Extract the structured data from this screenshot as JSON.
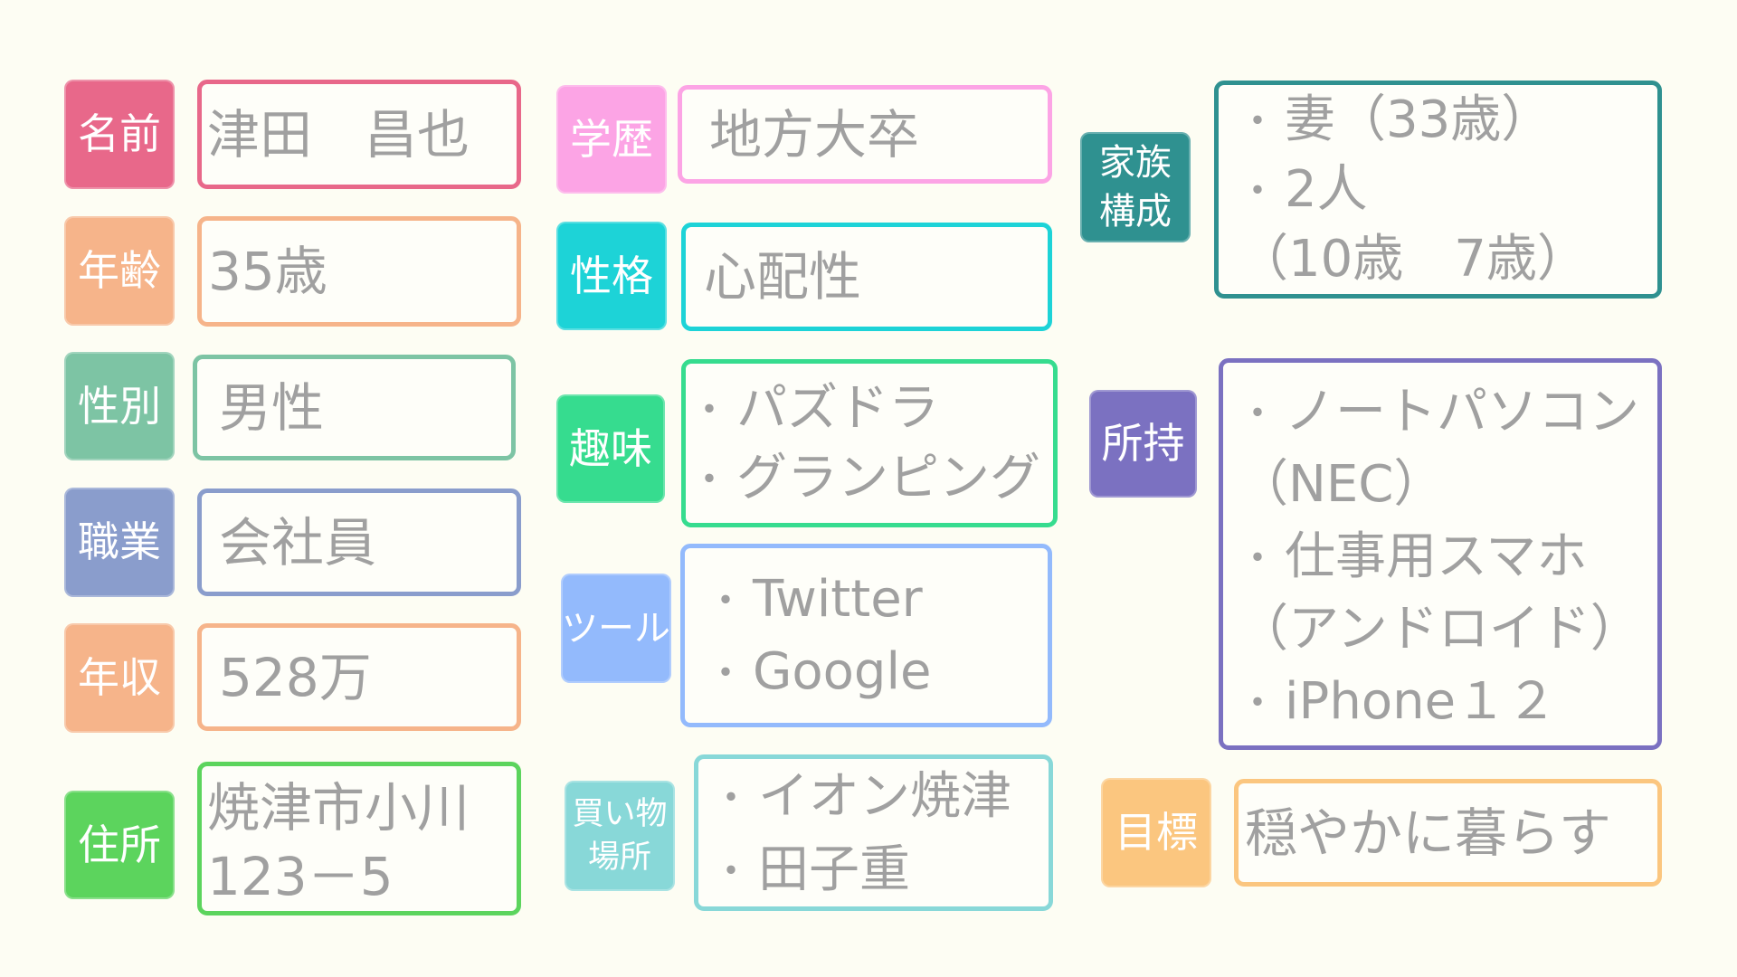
{
  "theme": {
    "background": "#fdfdf3",
    "value_text_color": "#a0a0a0",
    "label_text_color": "#ffffff"
  },
  "bullet": "・",
  "fields": {
    "name": {
      "label": "名前",
      "value": "津田　昌也",
      "color": "#e8688a"
    },
    "age": {
      "label": "年齢",
      "value": "35歳",
      "color": "#f6b48a"
    },
    "gender": {
      "label": "性別",
      "value": "男性",
      "color": "#7dc4a4"
    },
    "occupation": {
      "label": "職業",
      "value": "会社員",
      "color": "#8a9dcc"
    },
    "income": {
      "label": "年収",
      "value": "528万",
      "color": "#f6b48a"
    },
    "address": {
      "label": "住所",
      "lines": [
        "焼津市小川",
        "123－5"
      ],
      "color": "#5cd45d"
    },
    "education": {
      "label": "学歴",
      "value": "地方大卒",
      "color": "#fca4e5"
    },
    "personality": {
      "label": "性格",
      "value": "心配性",
      "color": "#1dd3d7"
    },
    "hobbies": {
      "label": "趣味",
      "items": [
        {
          "text": "パズドラ"
        },
        {
          "text": "グランピング"
        }
      ],
      "color": "#36dc8f"
    },
    "tools": {
      "label": "ツール",
      "items": [
        {
          "text": "Twitter"
        },
        {
          "text": "Google"
        }
      ],
      "color": "#93bafc"
    },
    "shopping_places": {
      "label_lines": [
        "買い物",
        "場所"
      ],
      "items": [
        {
          "text": "イオン焼津"
        },
        {
          "text": "田子重"
        }
      ],
      "color": "#88d8d8"
    },
    "family": {
      "label_lines": [
        "家族",
        "構成"
      ],
      "items": [
        {
          "text": "妻（33歳）"
        },
        {
          "text": "2人",
          "note": "（10歳　7歳）"
        }
      ],
      "color": "#2f9190"
    },
    "possessions": {
      "label": "所持",
      "items": [
        {
          "text": "ノートパソコン",
          "note": "（NEC）"
        },
        {
          "text": "仕事用スマホ",
          "note": "（アンドロイド）"
        },
        {
          "text": "iPhone１２"
        }
      ],
      "color": "#7b71c1"
    },
    "goal": {
      "label": "目標",
      "value": "穏やかに暮らす",
      "color": "#fbc67f"
    }
  }
}
